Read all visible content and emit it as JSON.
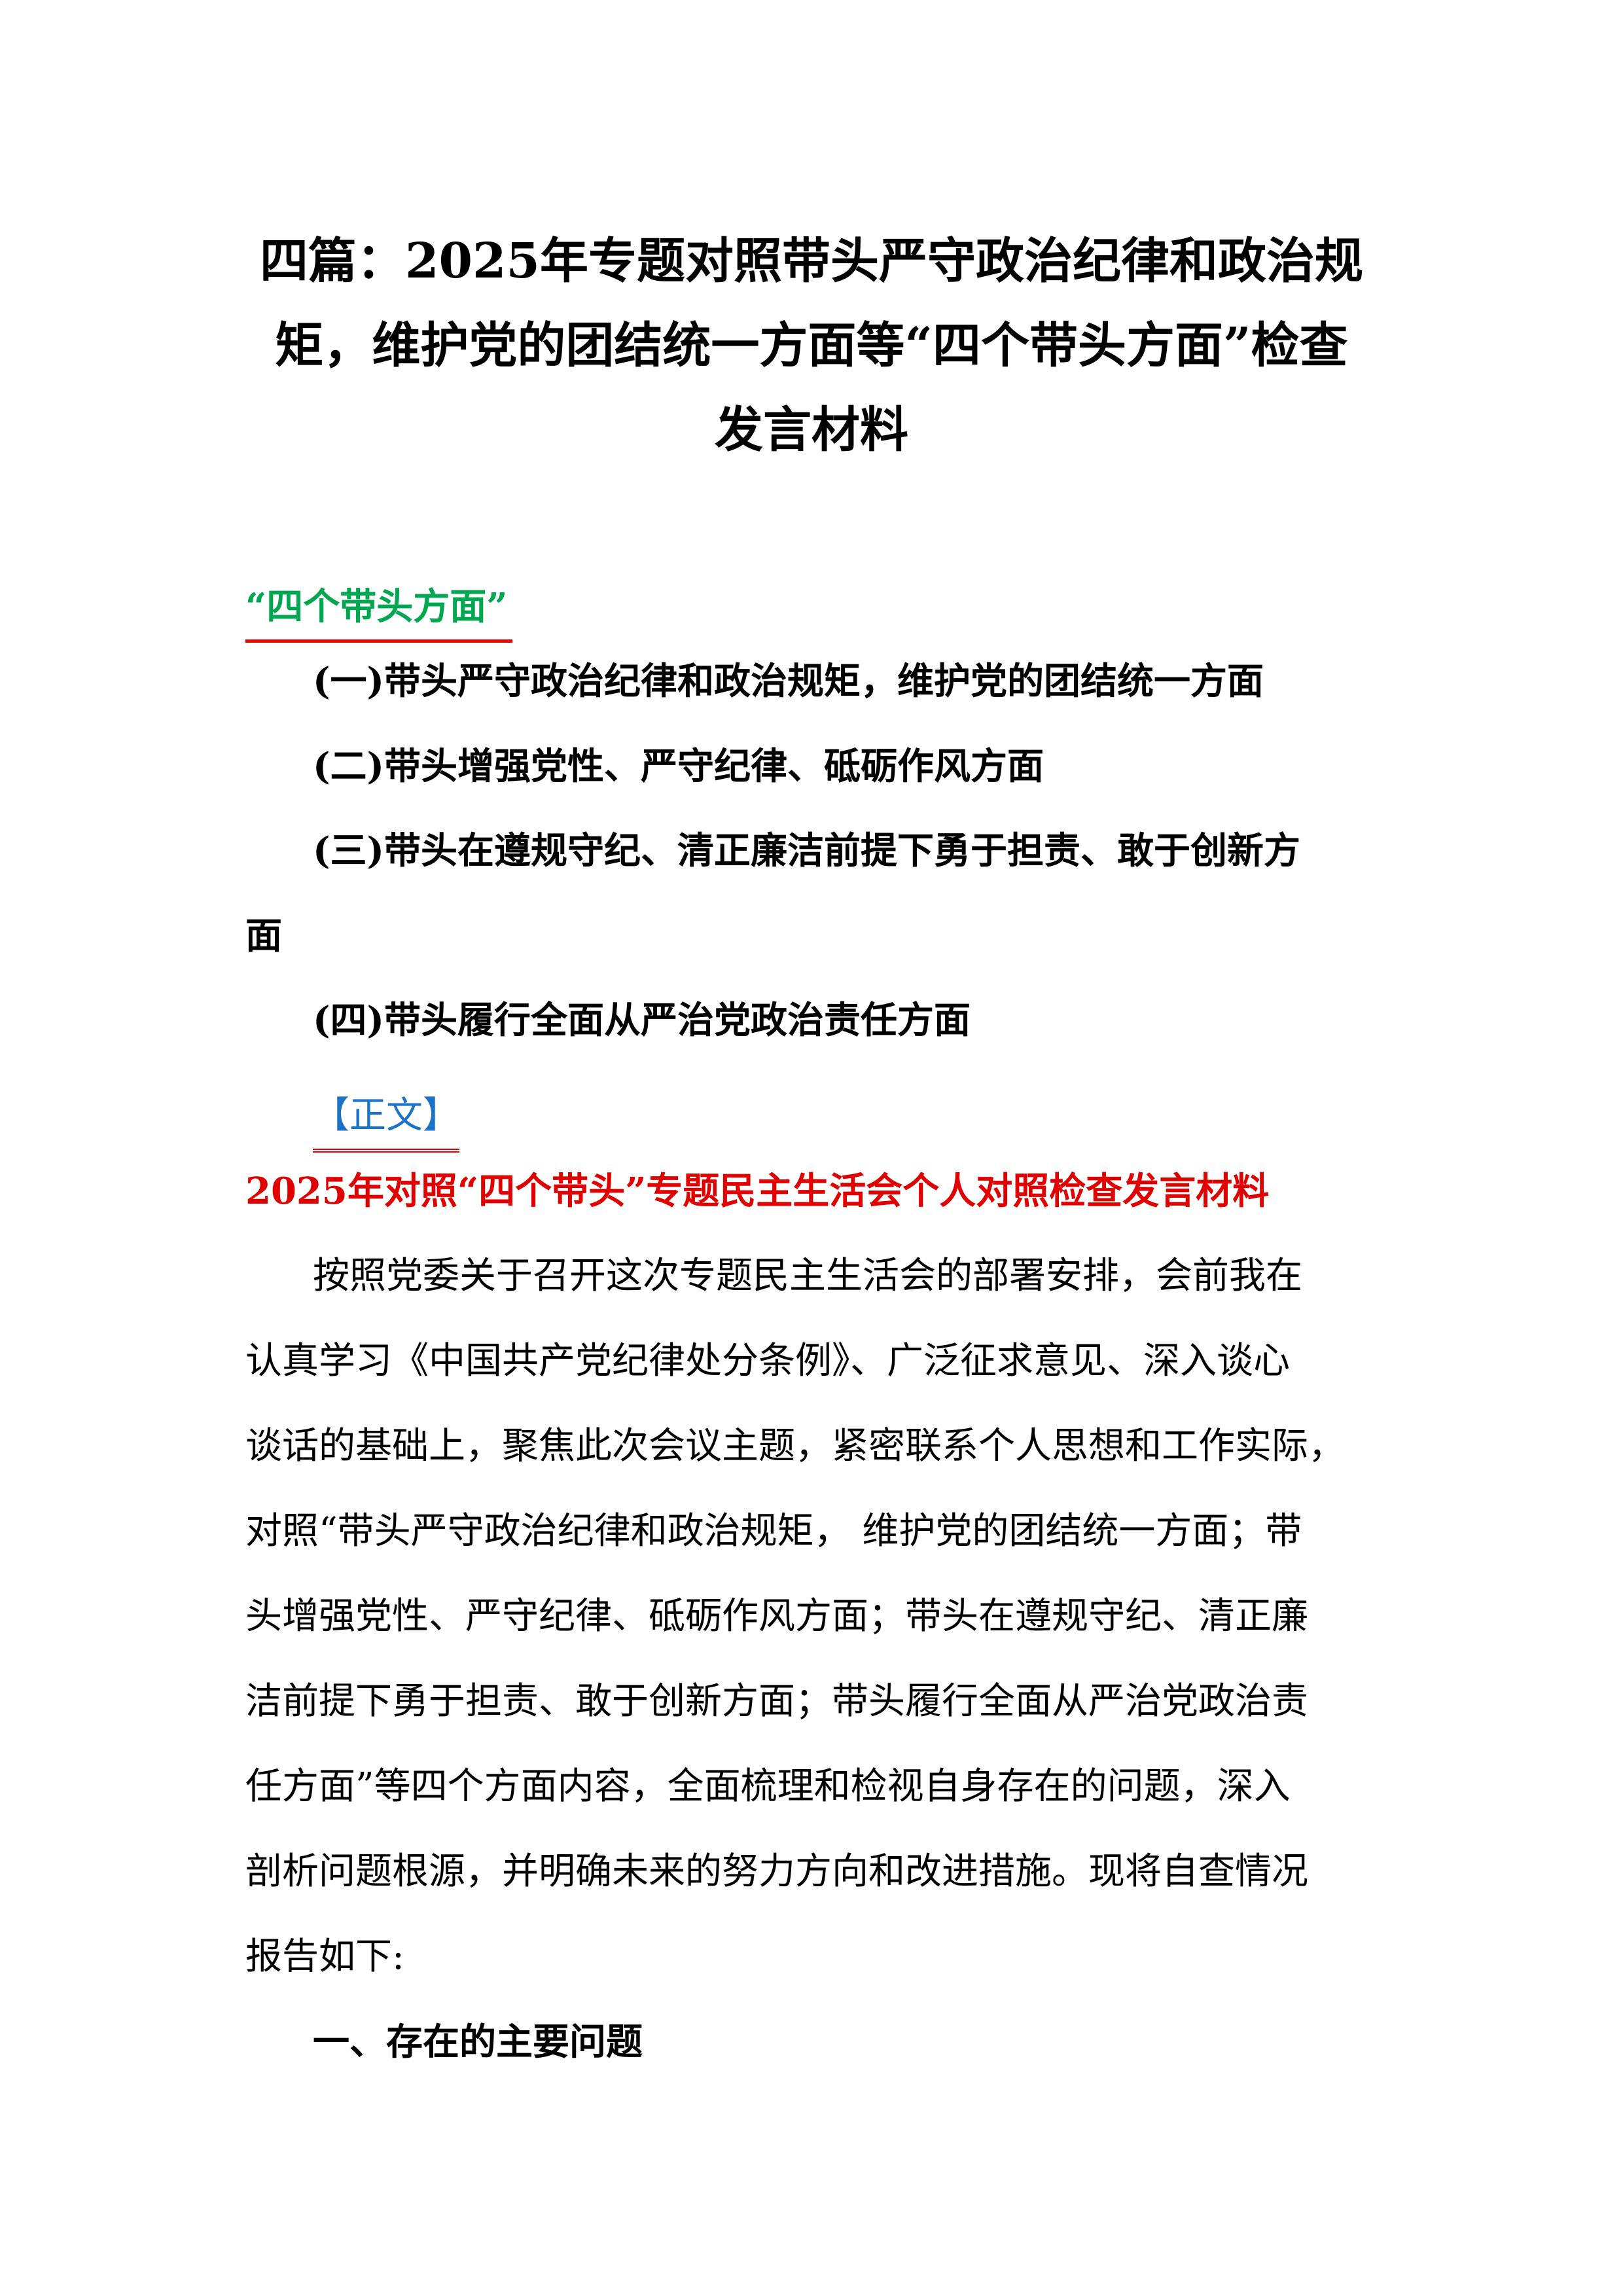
{
  "title_lines": [
    "四篇：2025年专题对照带头严守政治纪律和政治规",
    "矩，维护党的团结统一方面等“四个带头方面”检查",
    "发言材料"
  ],
  "section_label": "“四个带头方面”",
  "items": [
    "(一)带头严守政治纪律和政治规矩，维护党的团结统一方面",
    "(二)带头增强党性、严守纪律、砥砺作风方面",
    "(三)带头在遵规守纪、清正廉洁前提下勇于担责、敢于创新方",
    "面",
    "(四)带头履行全面从严治党政治责任方面"
  ],
  "body_link": "【正文】",
  "subtitle": "2025年对照“四个带头”专题民主生活会个人对照检查发言材料",
  "paragraph_lines": [
    "按照党委关于召开这次专题民主生活会的部署安排，会前我在",
    "认真学习《中国共产党纪律处分条例》、广泛征求意见、深入谈心",
    "谈话的基础上，聚焦此次会议主题，紧密联系个人思想和工作实际，",
    "对照“带头严守政治纪律和政治规矩， 维护党的团结统一方面；带",
    "头增强党性、严守纪律、砥砺作风方面；带头在遵规守纪、清正廉",
    "洁前提下勇于担责、敢于创新方面；带头履行全面从严治党政治责",
    "任方面”等四个方面内容，全面梳理和检视自身存在的问题，深入",
    "剖析问题根源，并明确未来的努力方向和改进措施。现将自查情况",
    "报告如下:"
  ],
  "section_heading": "一、存在的主要问题"
}
